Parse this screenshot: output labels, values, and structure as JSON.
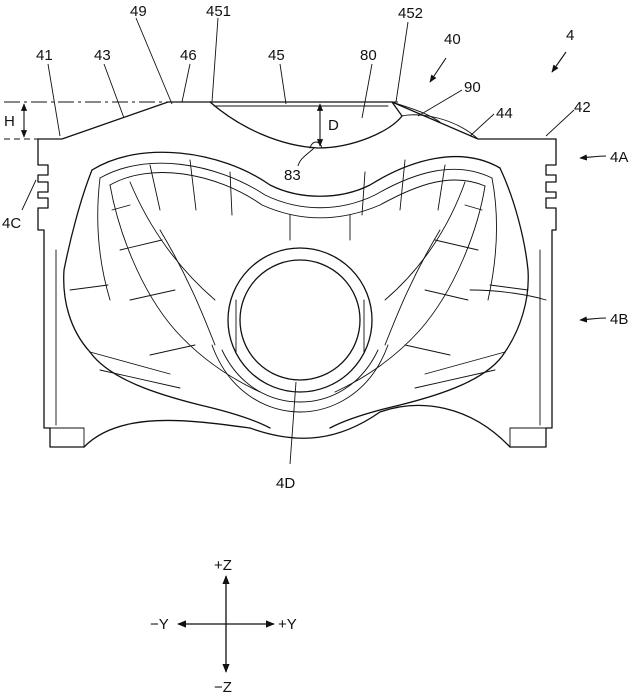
{
  "figure": {
    "labels": {
      "l4": "4",
      "l40": "40",
      "l41": "41",
      "l42": "42",
      "l43": "43",
      "l44": "44",
      "l45": "45",
      "l46": "46",
      "l49": "49",
      "l451": "451",
      "l452": "452",
      "l80": "80",
      "l83": "83",
      "l90": "90",
      "lH": "H",
      "lD": "D",
      "l4A": "4A",
      "l4B": "4B",
      "l4C": "4C",
      "l4D": "4D"
    },
    "axes": {
      "plus_z": "+Z",
      "minus_z": "−Z",
      "plus_y": "+Y",
      "minus_y": "−Y"
    }
  }
}
